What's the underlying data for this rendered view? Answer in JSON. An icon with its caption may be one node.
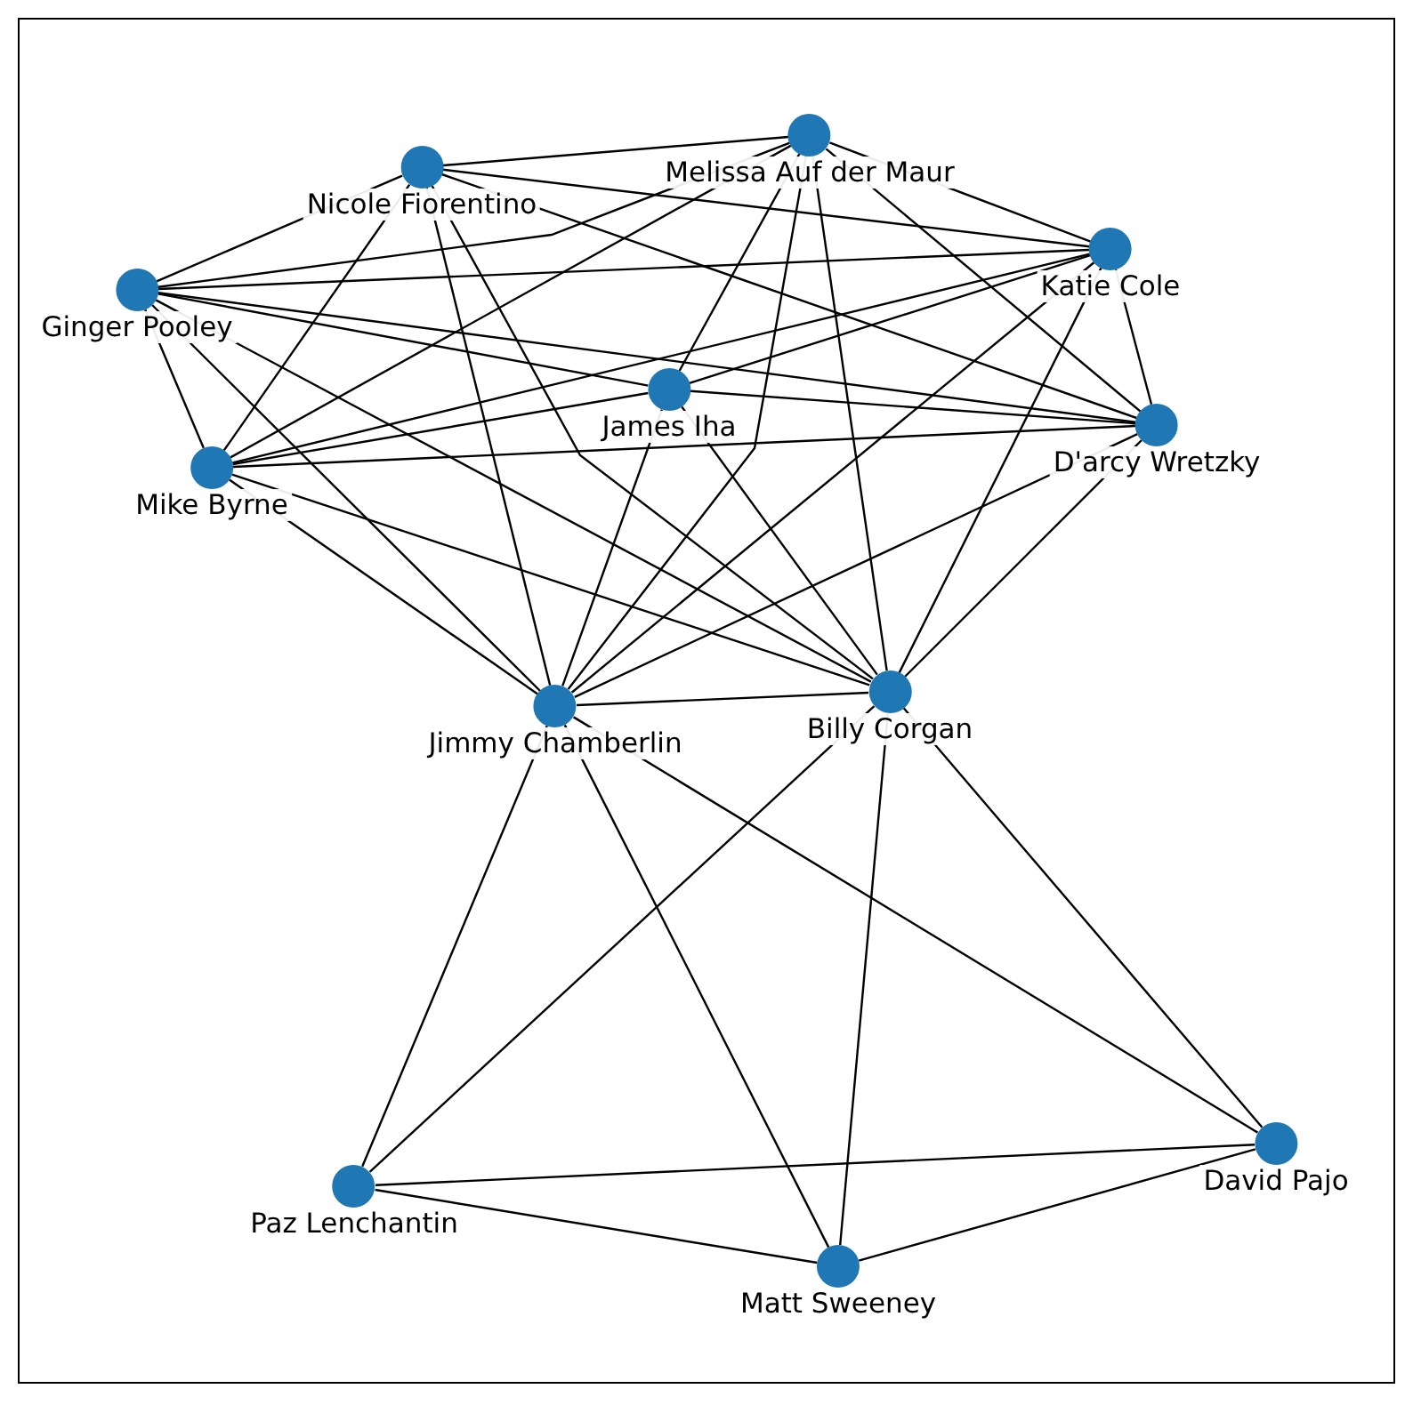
{
  "diagram": {
    "nodes": [
      {
        "text": [
          "Nicole Fiorentino"
        ]
      },
      {
        "text": [
          "Melissa Auf der Maur"
        ]
      },
      {
        "text": [
          "Katie Cole"
        ]
      },
      {
        "text": [
          "Ginger Pooley"
        ]
      },
      {
        "text": [
          "James Iha"
        ]
      },
      {
        "text": [
          "D'arcy Wretzky"
        ]
      },
      {
        "text": [
          "Mike Byrne"
        ]
      },
      {
        "text": [
          "Jimmy Chamberlin"
        ]
      },
      {
        "text": [
          "Billy Corgan"
        ]
      },
      {
        "text": [
          "Paz Lenchantin"
        ]
      },
      {
        "text": [
          "David Pajo"
        ]
      },
      {
        "text": [
          "Matt Sweeney"
        ]
      }
    ],
    "edges": [
      {
        "from": 0,
        "to": 1,
        "arrow": "none"
      },
      {
        "from": 0,
        "to": 2,
        "arrow": "none"
      },
      {
        "from": 0,
        "to": 3,
        "arrow": "none"
      },
      {
        "from": 0,
        "to": 5,
        "arrow": "none"
      },
      {
        "from": 0,
        "to": 6,
        "arrow": "none"
      },
      {
        "from": 0,
        "to": 7,
        "arrow": "none"
      },
      {
        "from": 0,
        "to": 8,
        "arrow": "none"
      },
      {
        "from": 1,
        "to": 2,
        "arrow": "none"
      },
      {
        "from": 1,
        "to": 3,
        "arrow": "none"
      },
      {
        "from": 1,
        "to": 4,
        "arrow": "none"
      },
      {
        "from": 1,
        "to": 5,
        "arrow": "none"
      },
      {
        "from": 1,
        "to": 6,
        "arrow": "none"
      },
      {
        "from": 1,
        "to": 7,
        "arrow": "none"
      },
      {
        "from": 1,
        "to": 8,
        "arrow": "none"
      },
      {
        "from": 2,
        "to": 3,
        "arrow": "none"
      },
      {
        "from": 2,
        "to": 4,
        "arrow": "none"
      },
      {
        "from": 2,
        "to": 5,
        "arrow": "none"
      },
      {
        "from": 2,
        "to": 6,
        "arrow": "none"
      },
      {
        "from": 2,
        "to": 7,
        "arrow": "none"
      },
      {
        "from": 2,
        "to": 8,
        "arrow": "none"
      },
      {
        "from": 3,
        "to": 4,
        "arrow": "none"
      },
      {
        "from": 3,
        "to": 5,
        "arrow": "none"
      },
      {
        "from": 3,
        "to": 6,
        "arrow": "none"
      },
      {
        "from": 3,
        "to": 7,
        "arrow": "none"
      },
      {
        "from": 3,
        "to": 8,
        "arrow": "none"
      },
      {
        "from": 4,
        "to": 5,
        "arrow": "none"
      },
      {
        "from": 4,
        "to": 6,
        "arrow": "none"
      },
      {
        "from": 4,
        "to": 7,
        "arrow": "none"
      },
      {
        "from": 4,
        "to": 8,
        "arrow": "none"
      },
      {
        "from": 5,
        "to": 6,
        "arrow": "none"
      },
      {
        "from": 5,
        "to": 7,
        "arrow": "none"
      },
      {
        "from": 5,
        "to": 8,
        "arrow": "none"
      },
      {
        "from": 6,
        "to": 7,
        "arrow": "none"
      },
      {
        "from": 6,
        "to": 8,
        "arrow": "none"
      },
      {
        "from": 7,
        "to": 8,
        "arrow": "none"
      },
      {
        "from": 7,
        "to": 9,
        "arrow": "none"
      },
      {
        "from": 7,
        "to": 10,
        "arrow": "none"
      },
      {
        "from": 7,
        "to": 11,
        "arrow": "none"
      },
      {
        "from": 8,
        "to": 9,
        "arrow": "none"
      },
      {
        "from": 8,
        "to": 10,
        "arrow": "none"
      },
      {
        "from": 8,
        "to": 11,
        "arrow": "none"
      },
      {
        "from": 9,
        "to": 10,
        "arrow": "none"
      },
      {
        "from": 9,
        "to": 11,
        "arrow": "none"
      },
      {
        "from": 10,
        "to": 11,
        "arrow": "none"
      }
    ]
  }
}
